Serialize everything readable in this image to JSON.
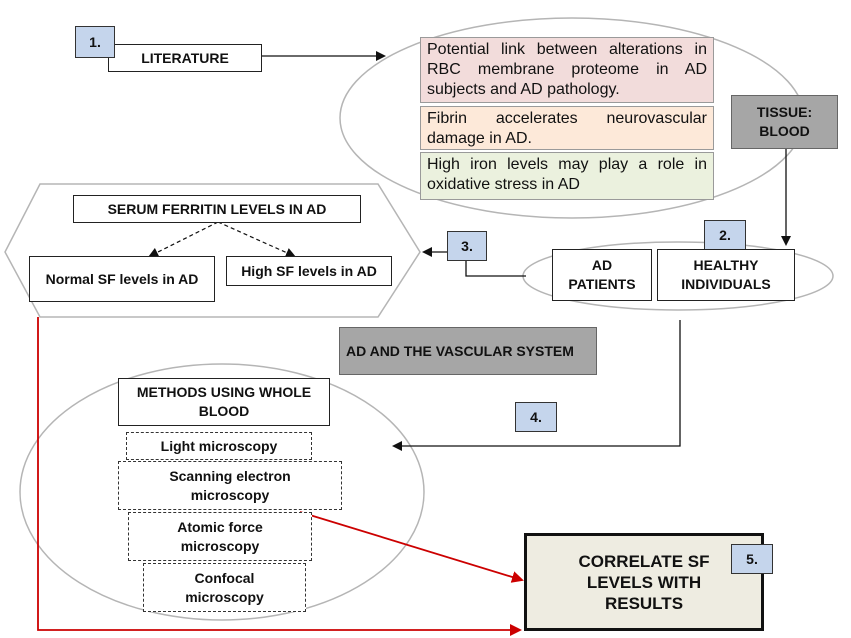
{
  "step_numbers": [
    "1.",
    "2.",
    "3.",
    "4.",
    "5."
  ],
  "literature": {
    "label": "LITERATURE",
    "findings": [
      "Potential link between alterations in RBC membrane proteome in AD subjects and AD pathology.",
      "Fibrin accelerates neurovascular damage in AD.",
      "High iron levels may play a role in oxidative stress in AD"
    ],
    "finding_colors": [
      "#f2dcdb",
      "#fde9d9",
      "#ebf1de"
    ]
  },
  "tissue": {
    "label": "TISSUE: BLOOD"
  },
  "subjects": {
    "ad_patients": "AD PATIENTS",
    "healthy": "HEALTHY INDIVIDUALS"
  },
  "serum_ferritin": {
    "title": "SERUM FERRITIN LEVELS IN AD",
    "normal": "Normal SF levels in AD",
    "high": "High SF levels in AD"
  },
  "vascular": {
    "label": "AD AND THE VASCULAR SYSTEM"
  },
  "methods": {
    "title": "METHODS USING WHOLE BLOOD",
    "items": [
      "Light microscopy",
      "Scanning electron microscopy",
      "Atomic force microscopy",
      "Confocal microscopy"
    ]
  },
  "correlate": {
    "label": "CORRELATE SF LEVELS WITH RESULTS",
    "bg_color": "#eeece1"
  },
  "colors": {
    "arrow_black": "#111111",
    "arrow_red": "#cc0000",
    "number_box": "#c5d5ec",
    "gray_box": "#a6a6a6"
  }
}
